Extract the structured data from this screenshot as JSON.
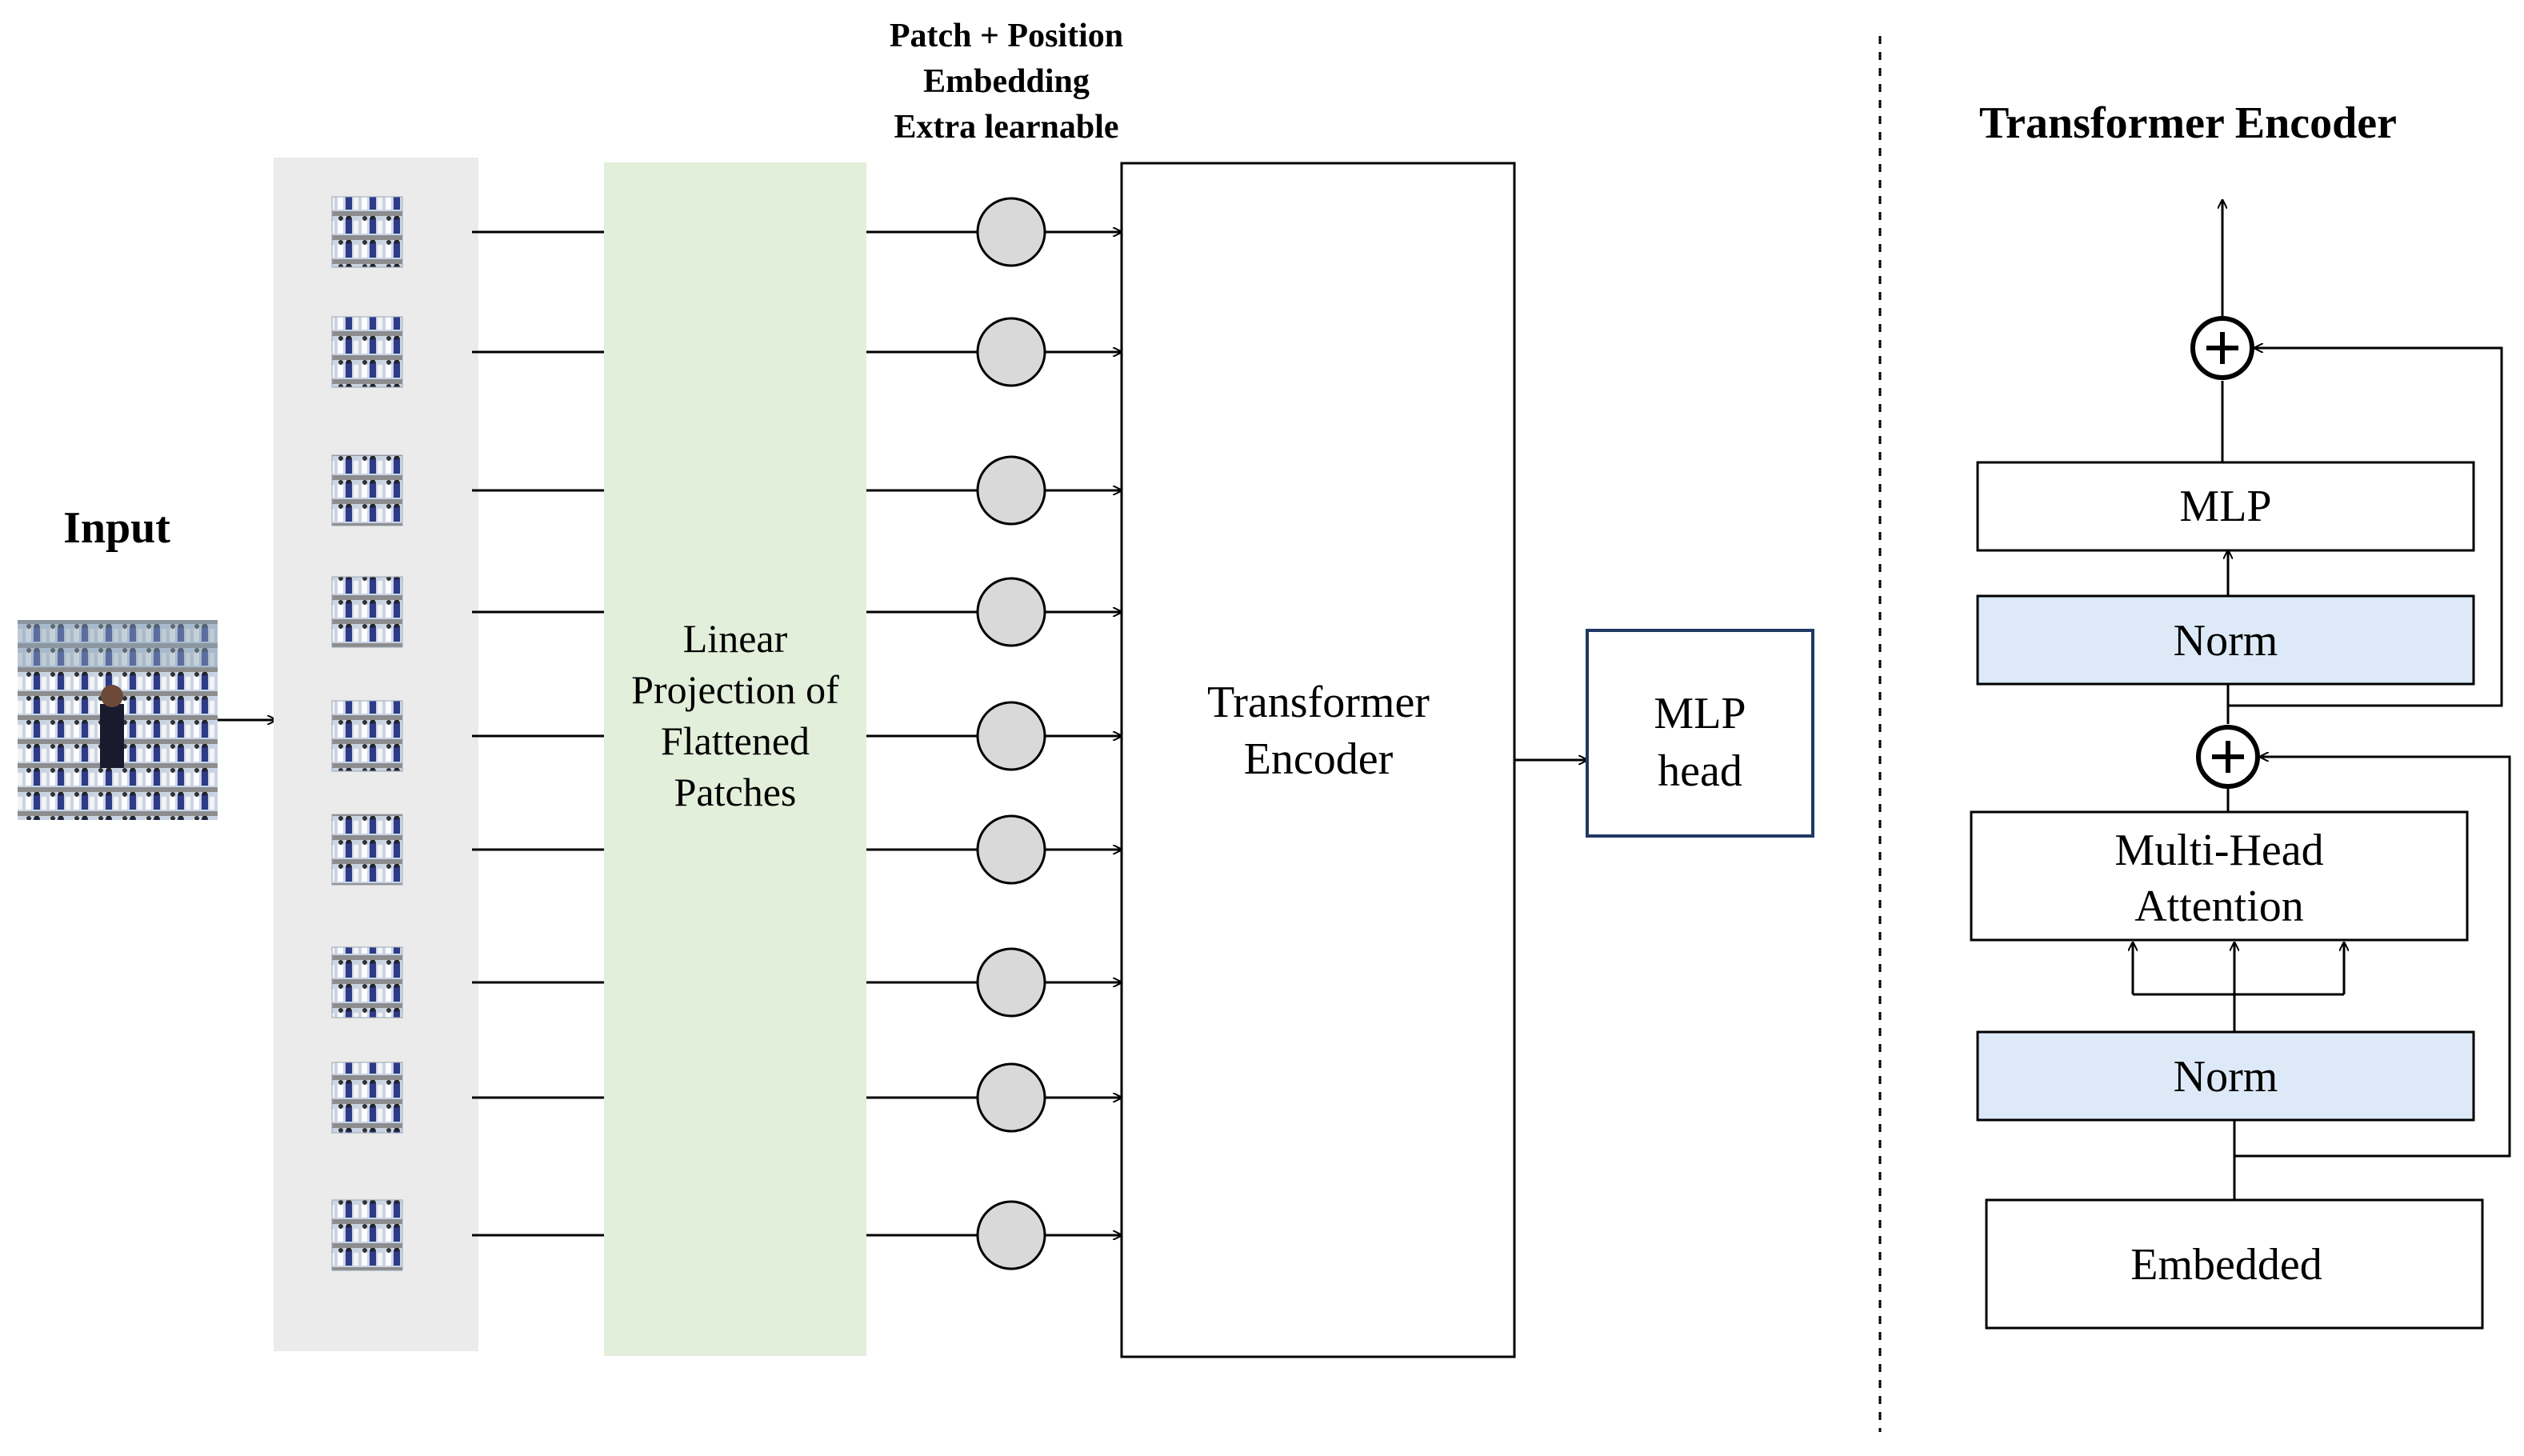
{
  "header": {
    "patch_label_line1": "Patch + Position",
    "patch_label_line2": "Embedding",
    "patch_label_line3": "Extra learnable"
  },
  "input": {
    "label": "Input"
  },
  "projection": {
    "line1": "Linear",
    "line2": "Projection of",
    "line3": "Flattened",
    "line4": "Patches"
  },
  "encoder": {
    "line1": "Transformer",
    "line2": "Encoder"
  },
  "mlp_head": {
    "line1": "MLP",
    "line2": "head"
  },
  "detail": {
    "title": "Transformer Encoder",
    "mlp": "MLP",
    "norm_top": "Norm",
    "attention_line1": "Multi-Head",
    "attention_line2": "Attention",
    "norm_bottom": "Norm",
    "embedded": "Embedded"
  },
  "patch_count": 9,
  "colors": {
    "patch_column": "#ebebeb",
    "projection": "#e2efda",
    "norm": "#dde9f6",
    "mlp_head_border": "#1f3864",
    "token_circle": "#d9d9d9",
    "uniform_blue": "#2c3a87"
  }
}
